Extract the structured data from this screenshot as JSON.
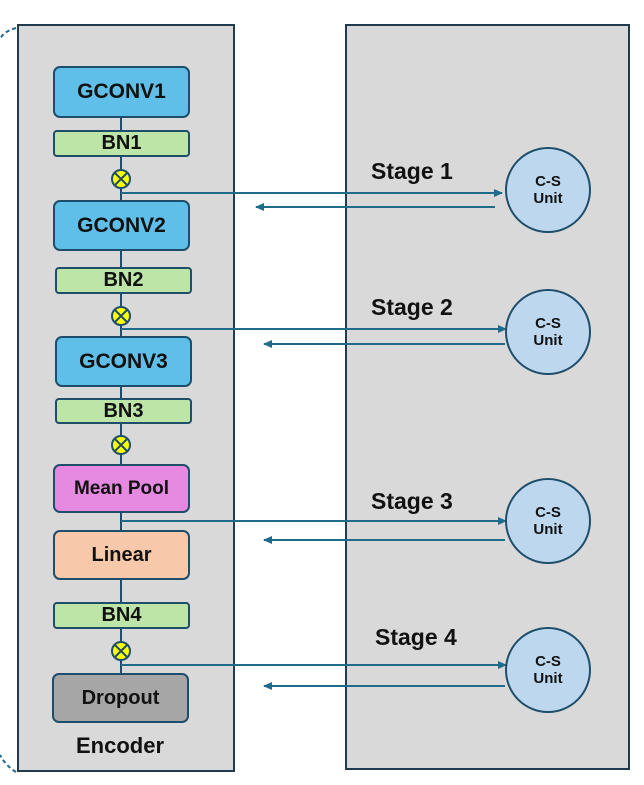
{
  "encoder": {
    "label": "Encoder",
    "layers": {
      "gconv1": "GCONV1",
      "bn1": "BN1",
      "gconv2": "GCONV2",
      "bn2": "BN2",
      "gconv3": "GCONV3",
      "bn3": "BN3",
      "mean_pool": "Mean Pool",
      "linear": "Linear",
      "bn4": "BN4",
      "dropout": "Dropout"
    }
  },
  "stages": [
    {
      "label": "Stage 1",
      "unit_line1": "C-S",
      "unit_line2": "Unit"
    },
    {
      "label": "Stage 2",
      "unit_line1": "C-S",
      "unit_line2": "Unit"
    },
    {
      "label": "Stage 3",
      "unit_line1": "C-S",
      "unit_line2": "Unit"
    },
    {
      "label": "Stage 4",
      "unit_line1": "C-S",
      "unit_line2": "Unit"
    }
  ],
  "colors": {
    "panel": "#d9d9d9",
    "gconv": "#5fbfe8",
    "bn": "#bde5a8",
    "mean_pool": "#e58ae0",
    "linear": "#f7c9aa",
    "dropout": "#a6a6a6",
    "cs_unit": "#bdd7ee",
    "multiply_node": "#ffff00",
    "arrow": "#1f6b8c"
  }
}
